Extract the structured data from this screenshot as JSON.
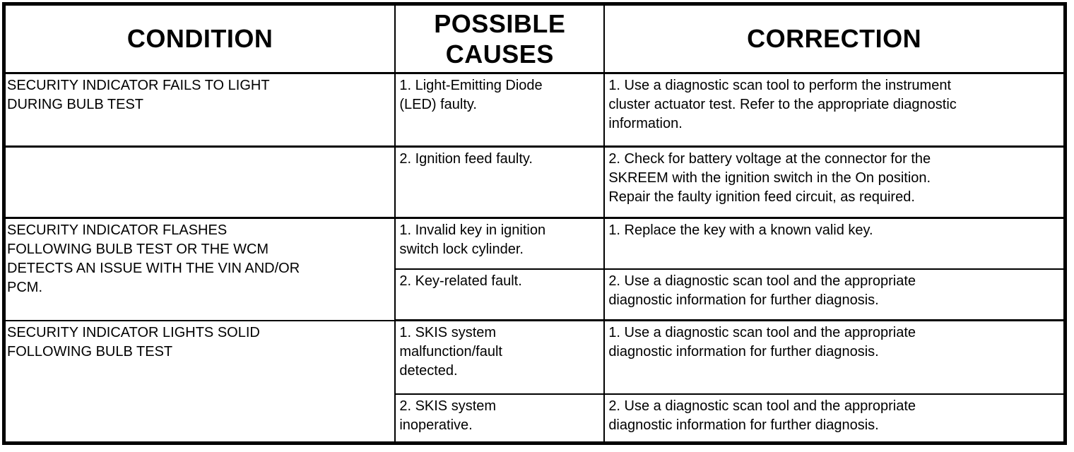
{
  "page": {
    "background_color": "#ffffff",
    "text_color": "#000000",
    "border_color": "#000000"
  },
  "table": {
    "columns": [
      {
        "id": "condition",
        "label": "CONDITION"
      },
      {
        "id": "possible_causes",
        "label": "POSSIBLE CAUSES"
      },
      {
        "id": "correction",
        "label": "CORRECTION"
      }
    ],
    "rows": [
      {
        "condition": "SECURITY INDICATOR FAILS TO LIGHT\nDURING BULB TEST",
        "cause": "1. Light-Emitting Diode\n(LED) faulty.",
        "correction": "1. Use a diagnostic scan tool to perform the instrument\ncluster actuator test. Refer to the appropriate diagnostic\ninformation."
      },
      {
        "condition": "",
        "cause": "2. Ignition feed faulty.",
        "correction": "2. Check for battery voltage at the connector for the\nSKREEM with the ignition switch in the On position.\nRepair the faulty ignition feed circuit, as required."
      },
      {
        "condition": "SECURITY INDICATOR FLASHES\nFOLLOWING BULB TEST OR THE WCM\nDETECTS AN ISSUE WITH THE VIN AND/OR\nPCM.",
        "cause": "1. Invalid key in ignition\nswitch lock cylinder.",
        "correction": "1. Replace the key with a known valid key."
      },
      {
        "cause": "2. Key-related fault.",
        "correction": "2. Use a diagnostic scan tool and the appropriate\ndiagnostic information for further diagnosis."
      },
      {
        "condition": "SECURITY INDICATOR LIGHTS SOLID\nFOLLOWING BULB TEST",
        "cause": "1. SKIS system\nmalfunction/fault\ndetected.",
        "correction": "1. Use a diagnostic scan tool and the appropriate\ndiagnostic information for further diagnosis."
      },
      {
        "cause": "2. SKIS system\ninoperative.",
        "correction": "2. Use a diagnostic scan tool and the appropriate\ndiagnostic information for further diagnosis."
      }
    ]
  }
}
